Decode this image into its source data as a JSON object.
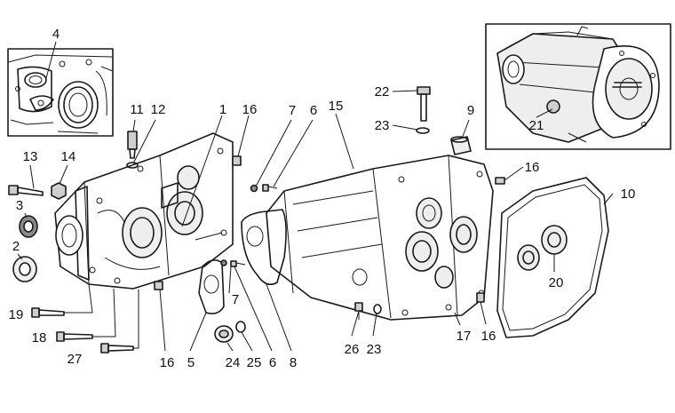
{
  "callouts": [
    {
      "id": "c4",
      "label": "4"
    },
    {
      "id": "c1",
      "label": "1"
    },
    {
      "id": "c16a",
      "label": "16"
    },
    {
      "id": "c7a",
      "label": "7"
    },
    {
      "id": "c6a",
      "label": "6"
    },
    {
      "id": "c15",
      "label": "15"
    },
    {
      "id": "c22",
      "label": "22"
    },
    {
      "id": "c23a",
      "label": "23"
    },
    {
      "id": "c9",
      "label": "9"
    },
    {
      "id": "c11",
      "label": "11"
    },
    {
      "id": "c12",
      "label": "12"
    },
    {
      "id": "c13",
      "label": "13"
    },
    {
      "id": "c14",
      "label": "14"
    },
    {
      "id": "c3",
      "label": "3"
    },
    {
      "id": "c2",
      "label": "2"
    },
    {
      "id": "c21",
      "label": "21"
    },
    {
      "id": "c16b",
      "label": "16"
    },
    {
      "id": "c10",
      "label": "10"
    },
    {
      "id": "c20",
      "label": "20"
    },
    {
      "id": "c19",
      "label": "19"
    },
    {
      "id": "c18",
      "label": "18"
    },
    {
      "id": "c27",
      "label": "27"
    },
    {
      "id": "c16c",
      "label": "16"
    },
    {
      "id": "c5",
      "label": "5"
    },
    {
      "id": "c7b",
      "label": "7"
    },
    {
      "id": "c24",
      "label": "24"
    },
    {
      "id": "c25",
      "label": "25"
    },
    {
      "id": "c6b",
      "label": "6"
    },
    {
      "id": "c8",
      "label": "8"
    },
    {
      "id": "c26",
      "label": "26"
    },
    {
      "id": "c23b",
      "label": "23"
    },
    {
      "id": "c17",
      "label": "17"
    },
    {
      "id": "c16d",
      "label": "16"
    }
  ]
}
